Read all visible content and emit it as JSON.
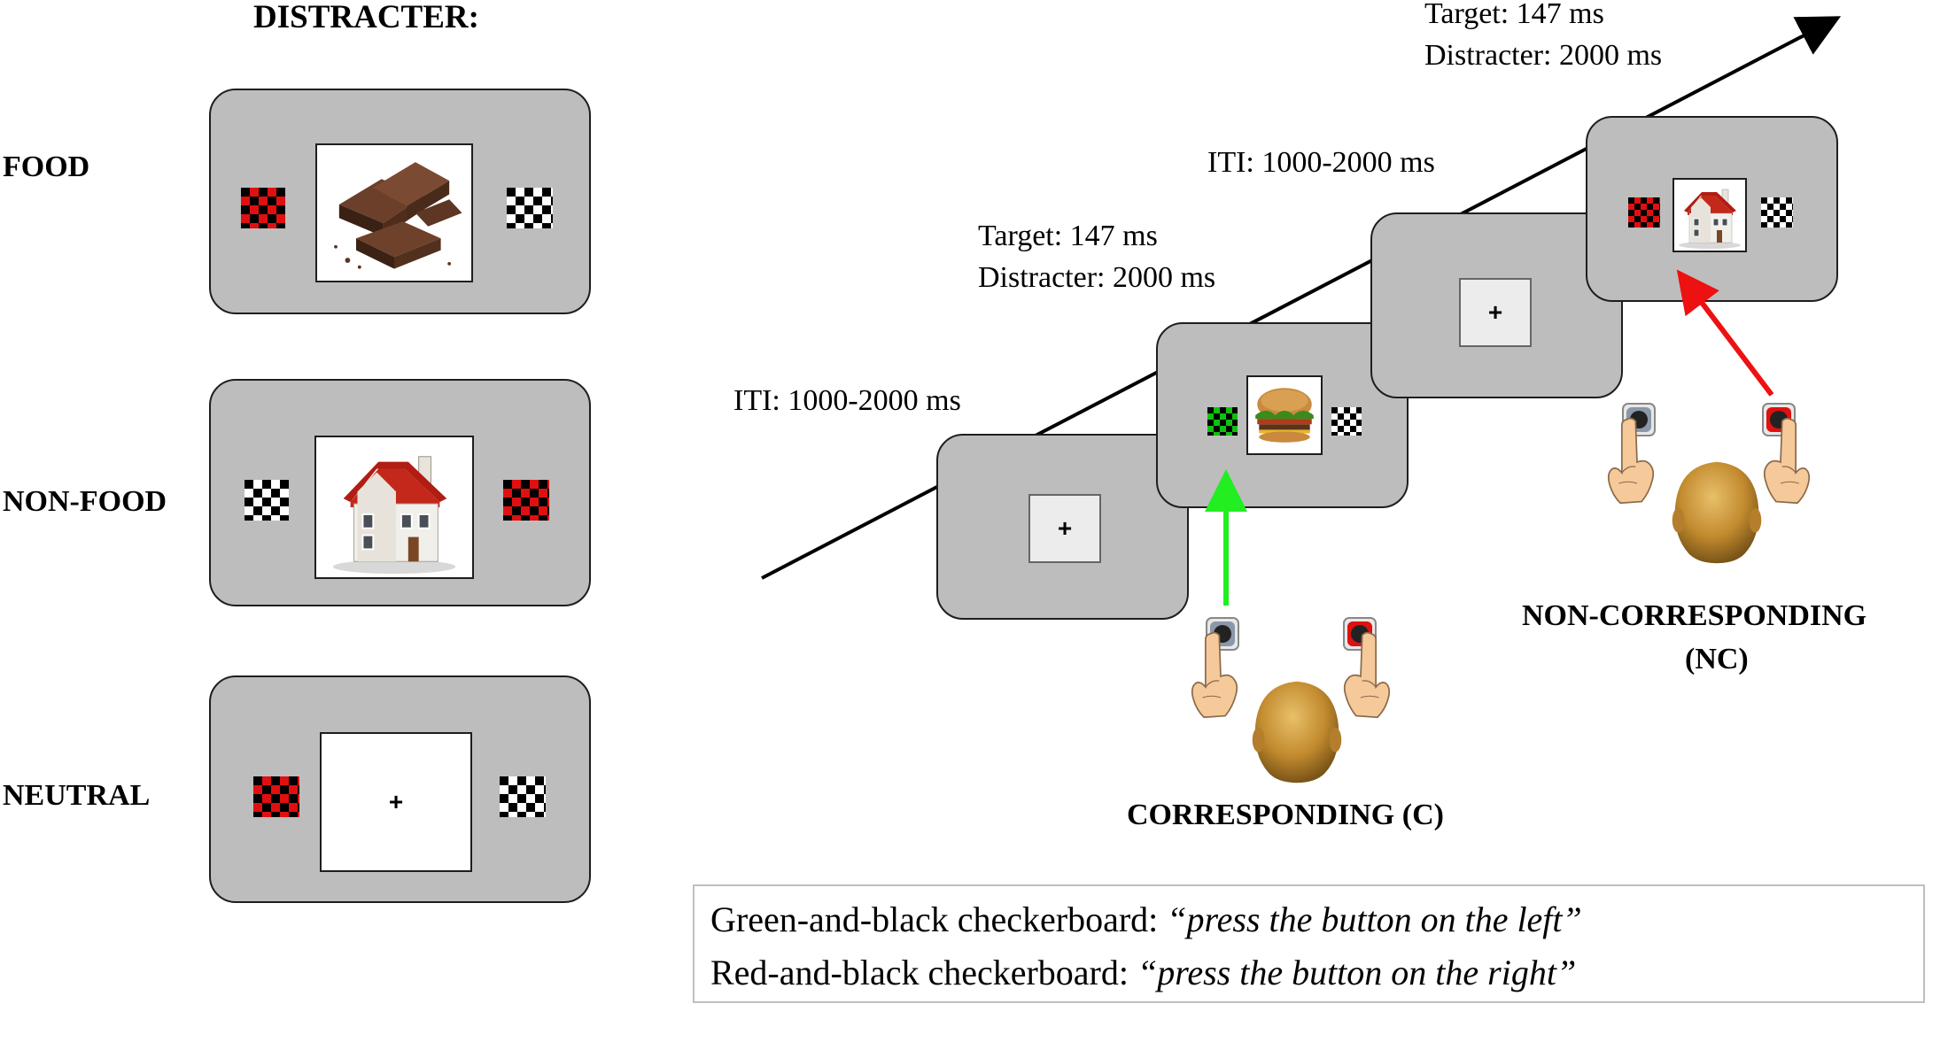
{
  "left_panel": {
    "heading": "DISTRACTER:",
    "rows": [
      {
        "label": "FOOD",
        "image": "chocolate-image",
        "left_checker_color": "#e01010",
        "right_checker_color": "#ffffff"
      },
      {
        "label": "NON-FOOD",
        "image": "house-image",
        "left_checker_color": "#ffffff",
        "right_checker_color": "#e01010"
      },
      {
        "label": "NEUTRAL",
        "image": "fixation-cross",
        "center_symbol": "+",
        "left_checker_color": "#e01010",
        "right_checker_color": "#ffffff"
      }
    ]
  },
  "timeline": {
    "labels": {
      "iti_1": "ITI: 1000-2000 ms",
      "target_1": "Target: 147 ms",
      "distracter_1": "Distracter: 2000 ms",
      "iti_2": "ITI: 1000-2000 ms",
      "target_2": "Target: 147 ms",
      "distracter_2": "Distracter: 2000 ms"
    },
    "fixation_symbol": "+",
    "trial_c": {
      "label": "CORRESPONDING (C)",
      "target_checker_color": "#10c010",
      "arrow_color": "#22ee22",
      "image": "burger-image"
    },
    "trial_nc": {
      "label_line1": "NON-CORRESPONDING",
      "label_line2": "(NC)",
      "target_checker_color": "#e01010",
      "arrow_color": "#ee1111",
      "image": "house-image"
    }
  },
  "legend": {
    "line1_prefix": "Green-and-black checkerboard: ",
    "line1_quote": "“press the button on the left”",
    "line2_prefix": "Red-and-black checkerboard: ",
    "line2_quote": "“press the button on the right”"
  },
  "colors": {
    "screen_gray": "#bdbdbd",
    "checker_red": "#e01010",
    "checker_green": "#10c010",
    "checker_white": "#ffffff",
    "arrow_green": "#22ee22",
    "arrow_red": "#ee1111"
  }
}
